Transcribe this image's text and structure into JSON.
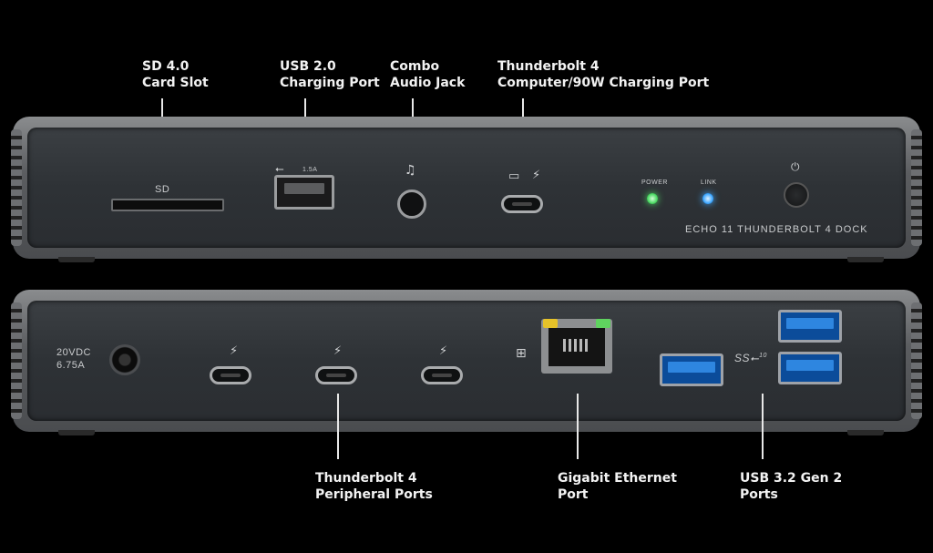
{
  "callouts": {
    "sd_card": [
      "SD 4.0",
      "Card Slot"
    ],
    "usb20": [
      "USB 2.0",
      "Charging Port"
    ],
    "audio": [
      "Combo",
      "Audio Jack"
    ],
    "tb4_computer": [
      "Thunderbolt 4",
      "Computer/90W Charging Port"
    ],
    "tb4_peripheral": [
      "Thunderbolt 4",
      "Peripheral Ports"
    ],
    "ethernet": [
      "Gigabit Ethernet",
      "Port"
    ],
    "usb32": [
      "USB 3.2 Gen 2",
      "Ports"
    ]
  },
  "front_panel": {
    "sd_label": "SD",
    "usb_charge_label": "1.5A",
    "power_led_label": "POWER",
    "link_led_label": "LINK",
    "model_name": "ECHO 11 THUNDERBOLT 4 DOCK",
    "power_led_color": "#4cd964",
    "link_led_color": "#3fa8ff"
  },
  "rear_panel": {
    "dc_input": [
      "20VDC",
      "6.75A"
    ],
    "usb_ss_label": "SS",
    "usb_ss_speed": "10"
  },
  "icons": {
    "usb": "usb-trident-icon",
    "headset": "headset-icon",
    "laptop": "laptop-icon",
    "thunderbolt": "thunderbolt-icon",
    "network": "network-icon",
    "power": "power-icon"
  }
}
